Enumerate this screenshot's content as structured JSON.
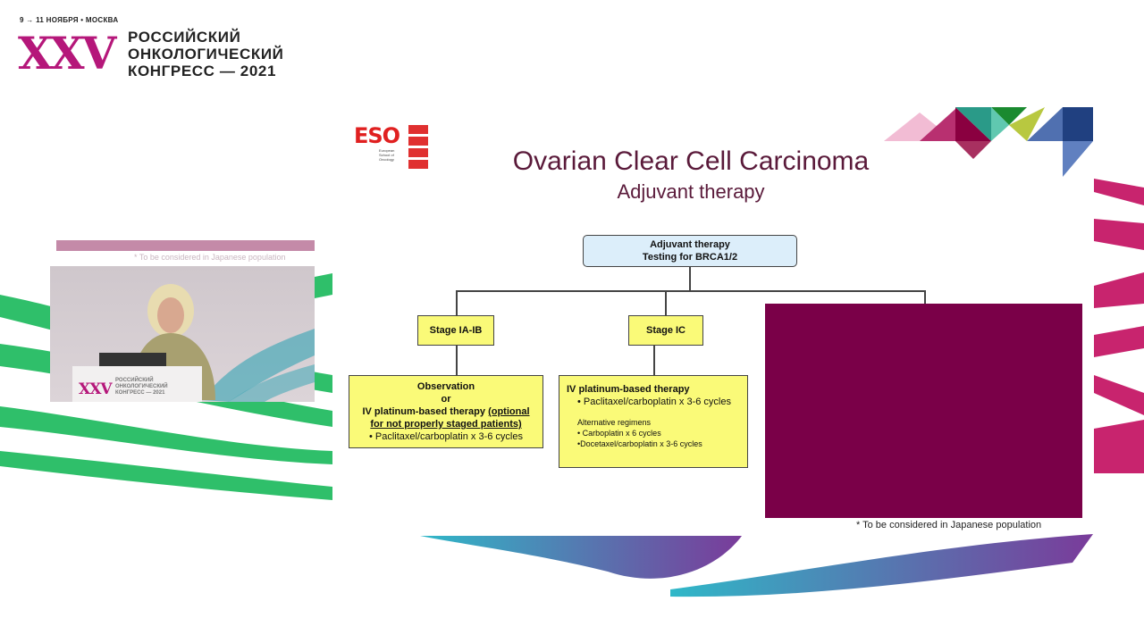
{
  "event": {
    "dates": "9 → 11 НОЯБРЯ • МОСКВА",
    "numeral": "XXV",
    "name_lines": [
      "РОССИЙСКИЙ",
      "ОНКОЛОГИЧЕСКИЙ",
      "КОНГРЕСС — 2021"
    ]
  },
  "speaker_video": {
    "footnote": "* To be considered in Japanese population",
    "podium_numeral": "XXV",
    "podium_lines": [
      "РОССИЙСКИЙ",
      "ОНКОЛОГИЧЕСКИЙ",
      "КОНГРЕСС — 2021"
    ]
  },
  "slide": {
    "logo": {
      "letters": "ESO",
      "sub": "European School of Oncology"
    },
    "title": "Ovarian Clear Cell Carcinoma",
    "subtitle": "Adjuvant therapy",
    "top_box": [
      "Adjuvant therapy",
      "Testing for BRCA1/2"
    ],
    "stage1": "Stage IA-IB",
    "stage2": "Stage IC",
    "box1": {
      "l1": "Observation",
      "l2": "or",
      "l3": "IV platinum-based therapy ",
      "l3u": "(optional",
      "l4": "for not properly staged patients)",
      "l5": "• Paclitaxel/carboplatin x 3-6 cycles"
    },
    "box2": {
      "head": "IV platinum-based therapy",
      "b1": "• Paclitaxel/carboplatin x 3-6 cycles",
      "alt": "Alternative regimens",
      "b2": "• Carboplatin x 6 cycles",
      "b3": "•Docetaxel/carboplatin x 3-6 cycles"
    },
    "footnote": "* To be considered in Japanese population"
  }
}
